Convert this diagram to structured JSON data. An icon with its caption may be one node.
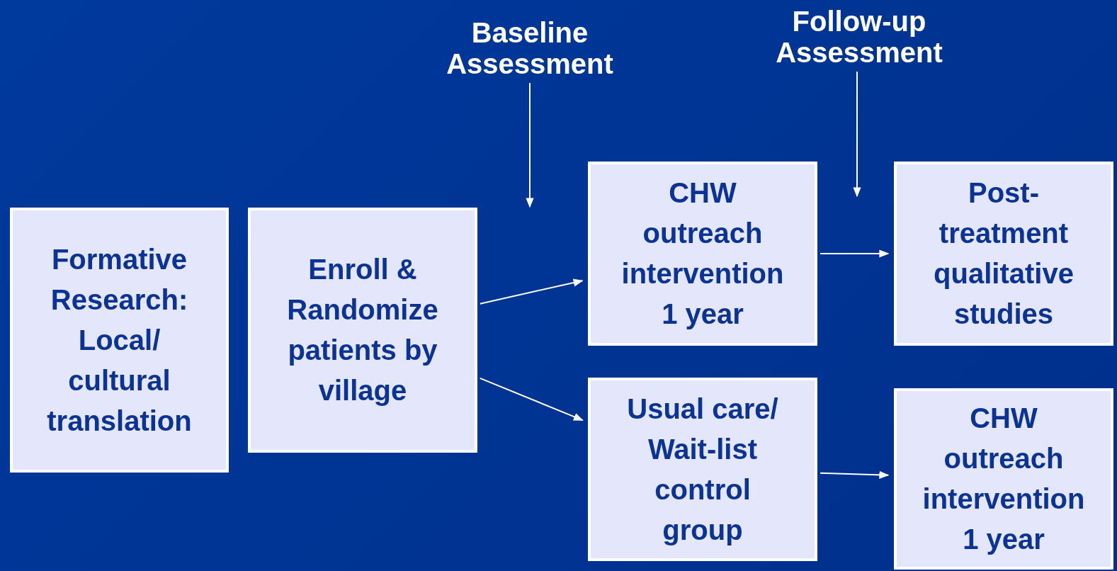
{
  "diagram": {
    "nodes": [
      {
        "text": [
          "Formative Research: Local/ cultural translation"
        ]
      },
      {
        "text": [
          "Enroll & Randomize patients by village"
        ]
      },
      {
        "text": [
          "Baseline Assessment"
        ]
      },
      {
        "text": [
          "Follow-up Assessment"
        ]
      },
      {
        "text": [
          "CHW outreach intervention 1 year"
        ]
      },
      {
        "text": [
          "Usual care/ Wait-list control group"
        ]
      },
      {
        "text": [
          "Post-treatment qualitative studies"
        ]
      },
      {
        "text": [
          "CHW outreach intervention 1 year"
        ]
      }
    ],
    "edges": [
      {
        "from": 2,
        "to": null,
        "arrow": "to"
      },
      {
        "from": 3,
        "to": null,
        "arrow": "to"
      },
      {
        "from": 1,
        "to": 4,
        "arrow": "to"
      },
      {
        "from": 1,
        "to": 5,
        "arrow": "to"
      },
      {
        "from": 4,
        "to": 6,
        "arrow": "to"
      },
      {
        "from": 5,
        "to": 7,
        "arrow": "to"
      }
    ]
  }
}
